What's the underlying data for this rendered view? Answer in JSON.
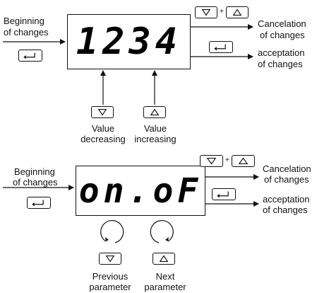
{
  "diagram1": {
    "display_value": "1234",
    "in_label_1": "Beginning",
    "in_label_2": "of changes",
    "cancel_label_1": "Cancelation",
    "cancel_label_2": "of changes",
    "accept_label_1": "acceptation",
    "accept_label_2": "of changes",
    "dec_label_1": "Value",
    "dec_label_2": "decreasing",
    "inc_label_1": "Value",
    "inc_label_2": "increasing",
    "plus": "+"
  },
  "diagram2": {
    "display_value": "on.oF",
    "in_label_1": "Beginning",
    "in_label_2": "of changes",
    "cancel_label_1": "Cancelation",
    "cancel_label_2": "of changes",
    "accept_label_1": "acceptation",
    "accept_label_2": "of changes",
    "prev_label_1": "Previous",
    "prev_label_2": "parameter",
    "next_label_1": "Next",
    "next_label_2": "parameter",
    "plus": "+"
  },
  "icons": {
    "down": "down-triangle-icon",
    "up": "up-triangle-icon",
    "enter": "enter-key-icon",
    "cycle": "circular-arrow-icon"
  }
}
